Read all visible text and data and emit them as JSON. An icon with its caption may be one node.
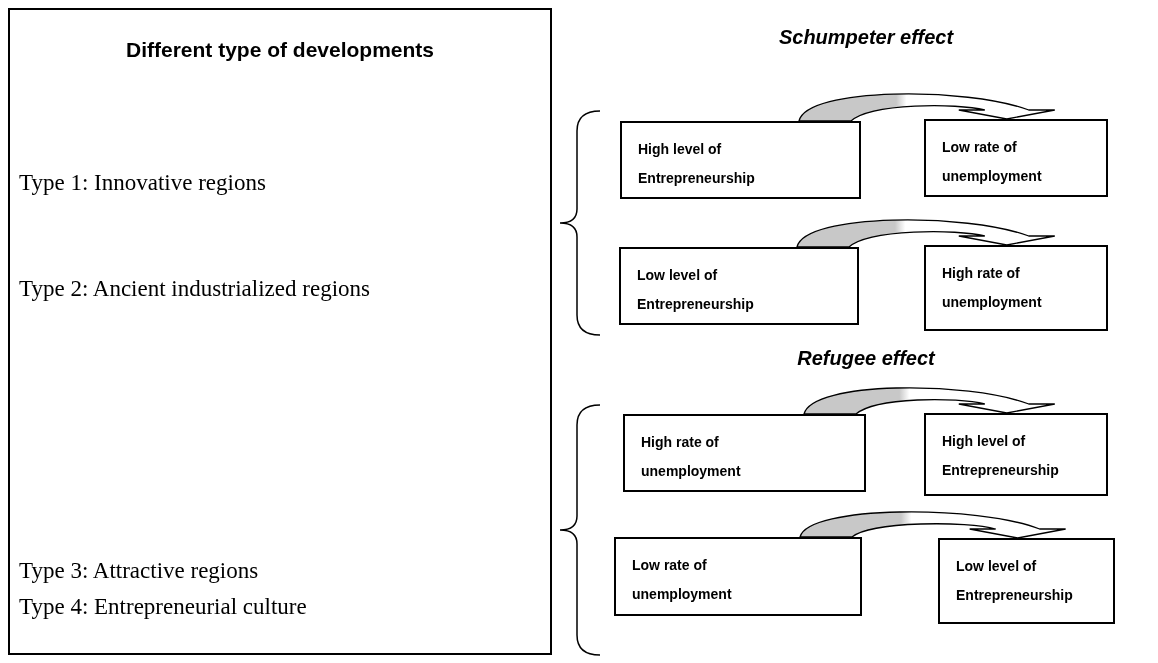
{
  "diagram": {
    "nodes": [
      {
        "text": [
          "Different type of developments",
          "Type 1: Innovative regions",
          "Type 2: Ancient industrialized regions",
          "Type 3: Attractive regions",
          "Type 4: Entrepreneurial culture"
        ]
      },
      {
        "text": [
          "High level of Entrepreneurship"
        ]
      },
      {
        "text": [
          "Low rate of unemployment"
        ]
      },
      {
        "text": [
          "Low level of Entrepreneurship"
        ]
      },
      {
        "text": [
          "High rate of unemployment"
        ]
      },
      {
        "text": [
          "High rate of unemployment"
        ]
      },
      {
        "text": [
          "High level of Entrepreneurship"
        ]
      },
      {
        "text": [
          "Low rate of unemployment"
        ]
      },
      {
        "text": [
          "Low level of Entrepreneurship"
        ]
      }
    ],
    "edges": [
      {
        "from": 1,
        "to": 2,
        "arrow": "to"
      },
      {
        "from": 3,
        "to": 4,
        "arrow": "to"
      },
      {
        "from": 5,
        "to": 6,
        "arrow": "to"
      },
      {
        "from": 7,
        "to": 8,
        "arrow": "to"
      }
    ],
    "labels": [
      "Schumpeter effect",
      "Refugee effect"
    ]
  }
}
